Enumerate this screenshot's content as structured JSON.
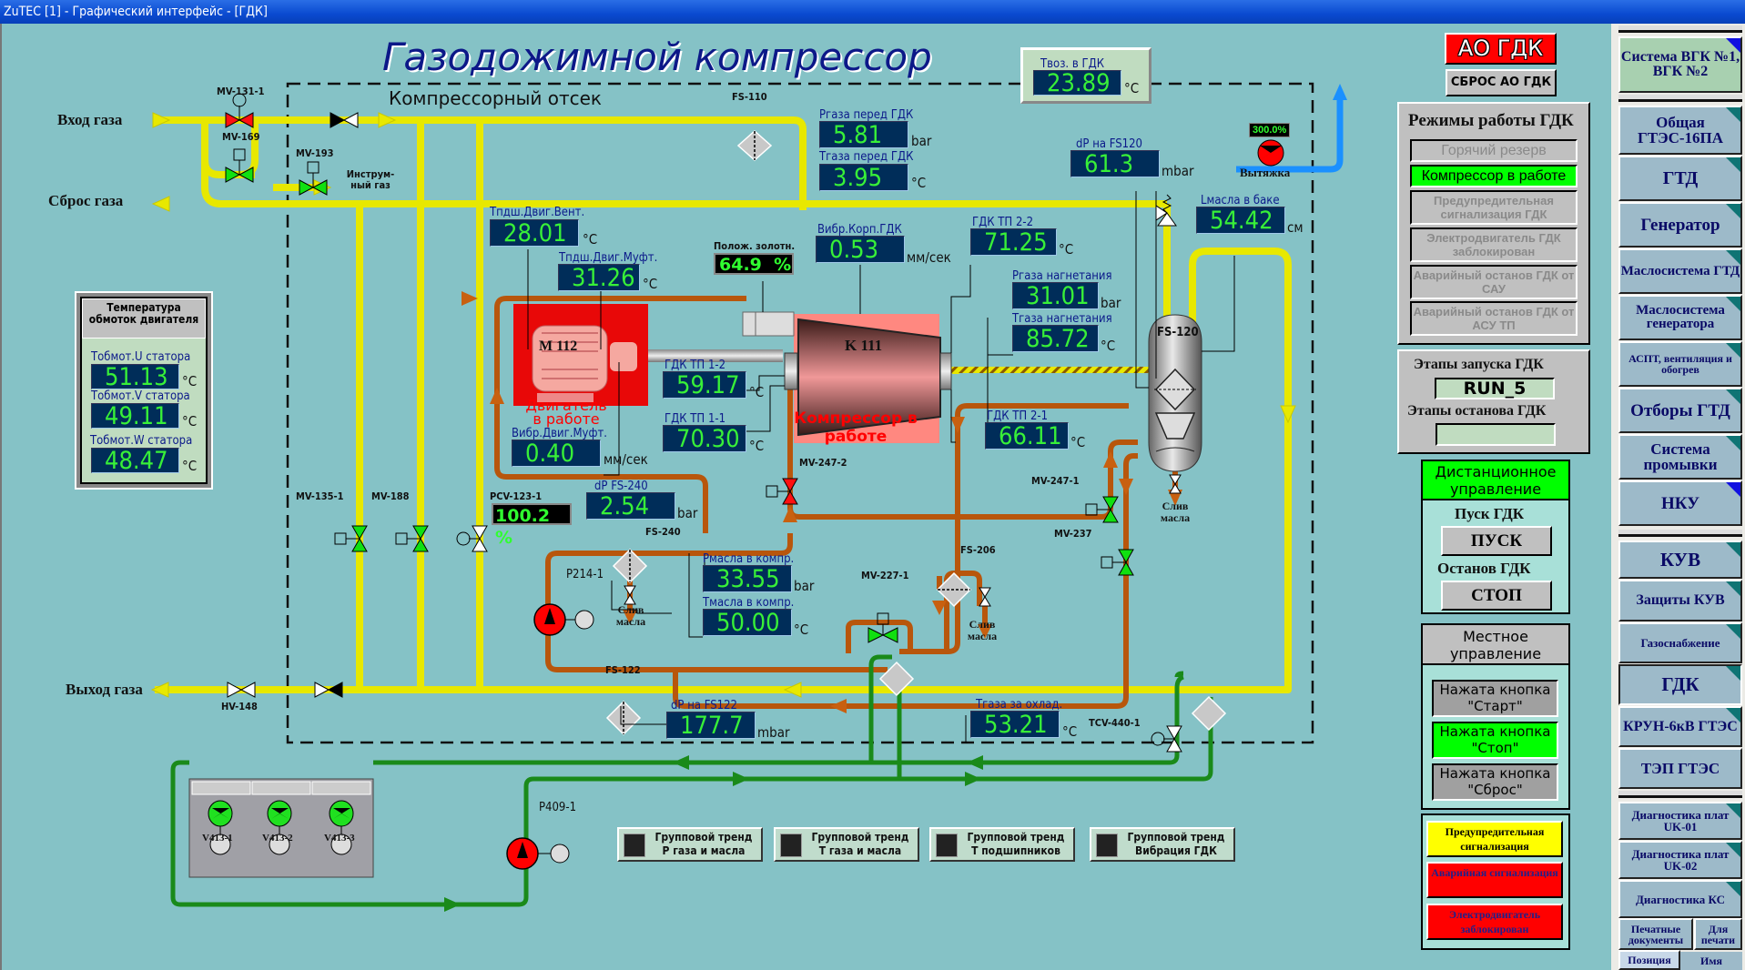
{
  "window": {
    "title": "ZuTEC [1] - Графический интерфейс - [ГДК]"
  },
  "header": {
    "title": "Газодожимной компрессор",
    "section": "Компрессорный отсек"
  },
  "colors": {
    "gas_pipe": "#e8e800",
    "oil_pipe": "#b8560c",
    "water_pipe": "#1a8a1a",
    "exhaust_pipe": "#1a90ff",
    "display_bg": "#002d59",
    "display_fg": "#38f038",
    "alarm_red": "#ff0000",
    "ok_green": "#00ff00",
    "warn_yellow": "#ffff00"
  },
  "lines": {
    "gas_in": "Вход газа",
    "gas_vent": "Сброс газа",
    "gas_out": "Выход газа",
    "instrument_gas": "Инструм-ный газ",
    "exhaust": "Вытяжка",
    "exhaust_pct": "300.0%"
  },
  "valves": {
    "mv131": "MV-131-1",
    "mv169": "MV-169",
    "mv193": "MV-193",
    "fs110": "FS-110",
    "mv135": "MV-135-1",
    "mv188": "MV-188",
    "pcv123": "PCV-123-1",
    "pcv123_value": "100.2 %",
    "hv148": "HV-148",
    "fs122": "FS-122",
    "fs240": "FS-240",
    "fs206": "FS-206",
    "fs120": "FS-120",
    "mv2472": "MV-247-2",
    "mv2471": "MV-247-1",
    "mv237": "MV-237",
    "mv2271": "MV-227-1",
    "tcv440": "TCV-440-1",
    "p214": "P214-1",
    "p409": "P409-1",
    "v4131": "V413-1",
    "v4132": "V413-2",
    "v4133": "V413-3",
    "motor": "M",
    "oil_drain": "Слив масла"
  },
  "equipment": {
    "motor_id": "M 112",
    "motor_status": "Двигатель в работе",
    "compressor_id": "K 111",
    "compressor_status": "Компрессор в работе",
    "spool_label": "Полож. золотн.",
    "spool_value": "64.9  %"
  },
  "motor_temp_panel": {
    "title": "Температура обмоток двигателя",
    "items": [
      {
        "label": "Тобмот.U статора",
        "value": "51.13",
        "unit": "°C"
      },
      {
        "label": "Тобмот.V статора",
        "value": "49.11",
        "unit": "°C"
      },
      {
        "label": "Тобмот.W статора",
        "value": "48.47",
        "unit": "°C"
      }
    ]
  },
  "readings": {
    "t_inlet_air": {
      "label": "Твоз. в ГДК",
      "value": "23.89",
      "unit": "°C"
    },
    "p_gas_before": {
      "label": "Ргаза перед ГДК",
      "value": "5.81",
      "unit": "bar"
    },
    "t_gas_before": {
      "label": "Тгаза перед ГДК",
      "value": "3.95",
      "unit": "°C"
    },
    "t_brg_fan": {
      "label": "Тпдш.Двиг.Вент.",
      "value": "28.01",
      "unit": "°C"
    },
    "t_brg_coupling": {
      "label": "Тпдш.Двиг.Муфт.",
      "value": "31.26",
      "unit": "°C"
    },
    "vib_case": {
      "label": "Вибр.Корп.ГДК",
      "value": "0.53",
      "unit": "мм/сек"
    },
    "tp22": {
      "label": "ГДК ТП 2-2",
      "value": "71.25",
      "unit": "°C"
    },
    "dp_fs120": {
      "label": "dP на FS120",
      "value": "61.3",
      "unit": "mbar"
    },
    "oil_level": {
      "label": "Lмасла в баке",
      "value": "54.42",
      "unit": "см"
    },
    "p_discharge": {
      "label": "Ргаза нагнетания",
      "value": "31.01",
      "unit": "bar"
    },
    "t_discharge": {
      "label": "Тгаза нагнетания",
      "value": "85.72",
      "unit": "°C"
    },
    "tp12": {
      "label": "ГДК ТП 1-2",
      "value": "59.17",
      "unit": "°C"
    },
    "tp11": {
      "label": "ГДК ТП 1-1",
      "value": "70.30",
      "unit": "°C"
    },
    "vib_coupling": {
      "label": "Вибр.Двиг.Муфт.",
      "value": "0.40",
      "unit": "мм/сек"
    },
    "tp21": {
      "label": "ГДК ТП 2-1",
      "value": "66.11",
      "unit": "°C"
    },
    "dp_fs240": {
      "label": "dP FS-240",
      "value": "2.54",
      "unit": "bar"
    },
    "p_oil": {
      "label": "Рмасла в компр.",
      "value": "33.55",
      "unit": "bar"
    },
    "t_oil": {
      "label": "Тмасла в компр.",
      "value": "50.00",
      "unit": "°C"
    },
    "dp_fs122": {
      "label": "dP на FS122",
      "value": "177.7",
      "unit": "mbar"
    },
    "t_gas_cooled": {
      "label": "Тгаза за охлад.",
      "value": "53.21",
      "unit": "°C"
    }
  },
  "trends": [
    {
      "line1": "Групповой тренд",
      "line2": "Р газа и масла"
    },
    {
      "line1": "Групповой тренд",
      "line2": "Т газа и масла"
    },
    {
      "line1": "Групповой тренд",
      "line2": "Т подшипников"
    },
    {
      "line1": "Групповой тренд",
      "line2": "Вибрация ГДК"
    }
  ],
  "control": {
    "emergency": "АО ГДК",
    "reset": "СБРОС АО ГДК",
    "modes_title": "Режимы работы ГДК",
    "modes": [
      {
        "label": "Горячий резерв",
        "active": false
      },
      {
        "label": "Компрессор в работе",
        "active": true
      },
      {
        "label": "Предупредительная сигнализация ГДК",
        "active": false
      },
      {
        "label": "Электродвигатель ГДК заблокирован",
        "active": false
      },
      {
        "label": "Аварийный останов ГДК от САУ",
        "active": false
      },
      {
        "label": "Аварийный останов ГДК от АСУ ТП",
        "active": false
      }
    ],
    "start_stages_title": "Этапы запуска ГДК",
    "start_stage": "RUN_5",
    "stop_stages_title": "Этапы останова ГДК",
    "stop_stage": "",
    "remote": "Дистанционное управление",
    "start_title": "Пуск ГДК",
    "start_btn": "ПУСК",
    "stop_title": "Останов ГДК",
    "stop_btn": "СТОП",
    "local": "Местное управление",
    "pressed": [
      {
        "label": "Нажата кнопка \"Старт\"",
        "active": false
      },
      {
        "label": "Нажата кнопка \"Стоп\"",
        "active": true
      },
      {
        "label": "Нажата кнопка \"Сброс\"",
        "active": false
      }
    ],
    "alarms": [
      {
        "label": "Предупредительная сигнализация",
        "color": "#ffff00"
      },
      {
        "label": "Аварийная сигнализация",
        "color": "#ff0000"
      },
      {
        "label": "Электродвигатель заблокирован",
        "color": "#ff0000"
      }
    ]
  },
  "sidebar": {
    "items": [
      {
        "label": "Система ВГК №1, ВГК №2"
      },
      {
        "label": "Общая ГТЭС-16ПА"
      },
      {
        "label": "ГТД"
      },
      {
        "label": "Генератор"
      },
      {
        "label": "Маслосистема ГТД"
      },
      {
        "label": "Маслосистема генератора"
      },
      {
        "label": "АСПТ, вентиляция и обогрев"
      },
      {
        "label": "Отборы ГТД"
      },
      {
        "label": "Система промывки"
      },
      {
        "label": "НКУ"
      },
      {
        "label": "КУВ"
      },
      {
        "label": "Защиты КУВ"
      },
      {
        "label": "Газоснабжение"
      },
      {
        "label": "ГДК"
      },
      {
        "label": "КРУН-6кВ ГТЭС"
      },
      {
        "label": "ТЭП ГТЭС"
      },
      {
        "label": "Диагностика плат UK-01"
      },
      {
        "label": "Диагностика плат UK-02"
      },
      {
        "label": "Диагностика КС"
      }
    ],
    "print_docs": "Печатные документы",
    "for_print": "Для печати",
    "tab_position": "Позиция",
    "tab_name": "Имя"
  }
}
